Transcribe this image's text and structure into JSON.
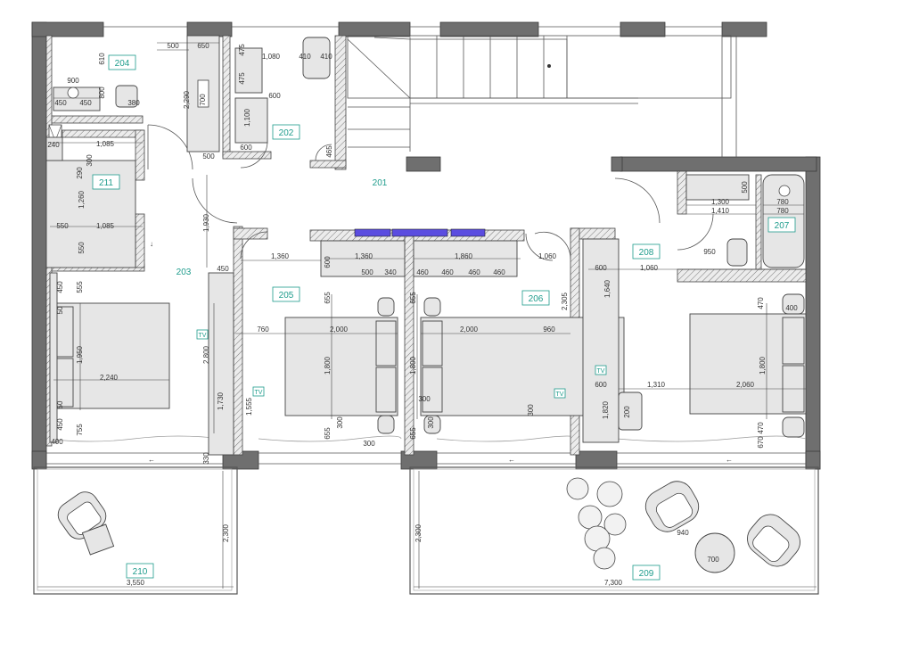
{
  "rooms": [
    {
      "id": "r201",
      "label": "201"
    },
    {
      "id": "r202",
      "label": "202"
    },
    {
      "id": "r203",
      "label": "203"
    },
    {
      "id": "r204",
      "label": "204"
    },
    {
      "id": "r205",
      "label": "205"
    },
    {
      "id": "r206",
      "label": "206"
    },
    {
      "id": "r207",
      "label": "207"
    },
    {
      "id": "r208",
      "label": "208"
    },
    {
      "id": "r209",
      "label": "209"
    },
    {
      "id": "r210",
      "label": "210"
    },
    {
      "id": "r211",
      "label": "211"
    }
  ],
  "dimensions": {
    "d650": "650",
    "d500a": "500",
    "d610": "610",
    "d900": "900",
    "d450a": "450",
    "d450b": "450",
    "d800": "800",
    "d380": "380",
    "d2290": "2,290",
    "d700": "700",
    "d500b": "500",
    "d1080": "1,080",
    "d410a": "410",
    "d410b": "410",
    "d475a": "475",
    "d475b": "475",
    "d600a": "600",
    "d1100": "1,100",
    "d600b": "600",
    "d465": "465",
    "d240": "240",
    "d1085a": "1,085",
    "d300a": "300",
    "d290": "290",
    "d1260": "1,260",
    "d550a": "550",
    "d1085b": "1,085",
    "d550b": "550",
    "d1930": "1,930",
    "d450c": "450",
    "d1360a": "1,360",
    "d1360b": "1,360",
    "d600c": "600",
    "d500c": "500",
    "d340": "340",
    "d1860": "1,860",
    "d460a": "460",
    "d460b": "460",
    "d460c": "460",
    "d460d": "460",
    "d1060a": "1,060",
    "d600d": "600",
    "d1060b": "1,060",
    "d1640": "1,640",
    "d1300": "1,300",
    "d1410": "1,410",
    "d780a": "780",
    "d780b": "780",
    "d950": "950",
    "d500d": "500",
    "d2305": "2,305",
    "d655a": "655",
    "d655b": "655",
    "d760": "760",
    "d2000a": "2,000",
    "d2000b": "2,000",
    "d960": "960",
    "d1800a": "1,800",
    "d1800b": "1,800",
    "d1800c": "1,800",
    "d2800": "2,800",
    "d1730": "1,730",
    "d1555": "1,555",
    "d2240": "2,240",
    "d1950": "1,950",
    "d450d": "450",
    "d555": "555",
    "d50a": "50",
    "d50b": "50",
    "d450e": "450",
    "d755": "755",
    "d400a": "400",
    "d330": "330",
    "d655c": "655",
    "d655d": "655",
    "d300b": "300",
    "d300c": "300",
    "d300d": "300",
    "d300e": "300",
    "d300f": "300",
    "d600e": "600",
    "d1310": "1,310",
    "d2060": "2,060",
    "d1820": "1,820",
    "d200": "200",
    "d470a": "470",
    "d400b": "400",
    "d470b": "470",
    "d670": "670",
    "d2300a": "2,300",
    "d2300b": "2,300",
    "d3550": "3,550",
    "d7300": "7,300",
    "d940": "940",
    "d700b": "700"
  },
  "tv_labels": {
    "tv1": "TV",
    "tv2": "TV",
    "tv3": "TV",
    "tv4": "TV"
  },
  "arrows": {
    "a1": "↓",
    "a2": "←",
    "a3": "←",
    "a4": "←"
  },
  "colors": {
    "label": "#1e9c8c",
    "wall": "#6f6f6f",
    "window": "#5b4de0"
  }
}
